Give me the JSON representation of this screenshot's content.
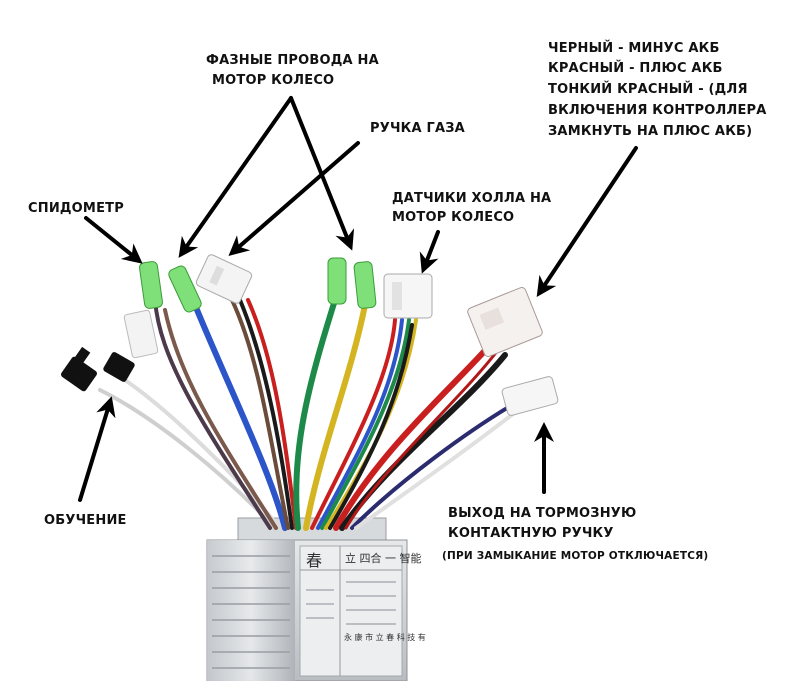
{
  "labels": {
    "phase_wires_line1": "ФАЗНЫЕ ПРОВОДА НА",
    "phase_wires_line2": "МОТОР КОЛЕСО",
    "throttle": "РУЧКА ГАЗА",
    "speedometer": "СПИДОМЕТР",
    "hall_sensors_line1": "ДАТЧИКИ ХОЛЛА НА",
    "hall_sensors_line2": "МОТОР КОЛЕСО",
    "battery_line1": "ЧЕРНЫЙ - МИНУС АКБ",
    "battery_line2": "КРАСНЫЙ - ПЛЮС АКБ",
    "battery_line3": "ТОНКИЙ КРАСНЫЙ - (ДЛЯ",
    "battery_line4": "ВКЛЮЧЕНИЯ КОНТРОЛЛЕРА",
    "battery_line5": "ЗАМКНУТЬ НА  ПЛЮС АКБ)",
    "learning": "ОБУЧЕНИЕ",
    "brake_line1": "ВЫХОД НА ТОРМОЗНУЮ",
    "brake_line2": "КОНТАКТНУЮ РУЧКУ",
    "brake_note": "(ПРИ ЗАМЫКАНИЕ МОТОР ОТКЛЮЧАЕТСЯ)"
  },
  "controller_label": {
    "line1": "立 四合 一 智能",
    "line2": "春",
    "line3": "永 康 市 立 春 科 技 有"
  },
  "colors": {
    "wire_blue": "#2b55c8",
    "wire_green": "#1e8a4a",
    "wire_yellow": "#d4b521",
    "wire_red": "#c91f1f",
    "wire_black": "#1a1a1a",
    "wire_brown": "#6b4b3a",
    "wire_white": "#e8e8e8",
    "connector_green": "#7fe07a",
    "controller_body": "#cfd2d6"
  }
}
